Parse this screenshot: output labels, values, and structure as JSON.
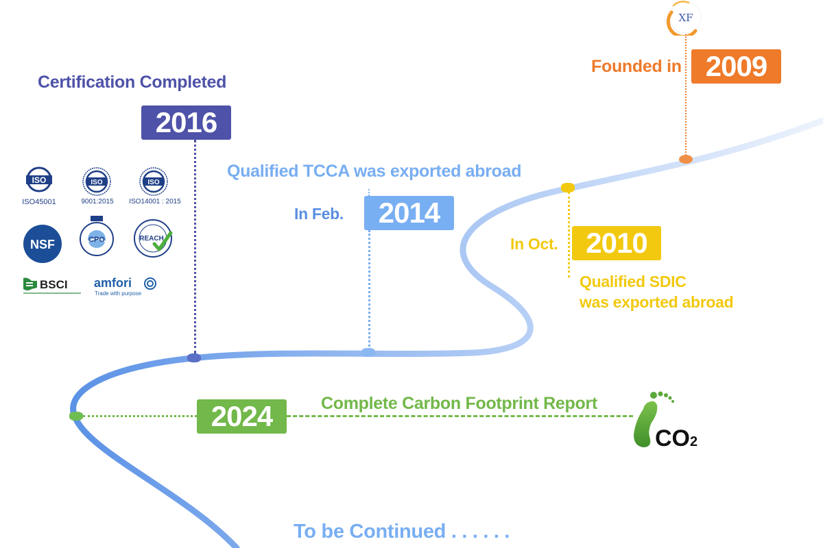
{
  "colors": {
    "road": "#a9c6f2",
    "orange": "#ee7a2a",
    "yellow": "#f2c90f",
    "lightblue": "#78aef2",
    "purple": "#4e52a8",
    "green": "#72b84a"
  },
  "milestones": {
    "m2009": {
      "prefix": "Founded in",
      "year": "2009"
    },
    "m2010": {
      "prefix": "In Oct.",
      "year": "2010",
      "caption_line1": "Qualified SDIC",
      "caption_line2": "was exported abroad"
    },
    "m2014": {
      "prefix": "In Feb.",
      "year": "2014",
      "caption": "Qualified TCCA was exported abroad"
    },
    "m2016": {
      "year": "2016",
      "caption": "Certification Completed"
    },
    "m2024": {
      "year": "2024",
      "caption": "Complete Carbon Footprint Report"
    }
  },
  "logo": {
    "text": "XF"
  },
  "certifications": {
    "iso45001": {
      "label": "ISO",
      "caption": "ISO45001"
    },
    "iso9001": {
      "label": "ISO",
      "caption": "9001:2015"
    },
    "iso14001": {
      "label": "ISO",
      "caption": "ISO14001 : 2015"
    },
    "nsf": {
      "label": "NSF"
    },
    "cpo": {
      "label": "CPO"
    },
    "reach": {
      "label": "REACH"
    },
    "bsci": {
      "label": "BSCI"
    },
    "amfori": {
      "label": "amfori",
      "tagline": "Trade with purpose"
    }
  },
  "co2": {
    "label": "CO",
    "subscript": "2"
  },
  "footer": {
    "text": "To be Continued . . . . . ."
  }
}
